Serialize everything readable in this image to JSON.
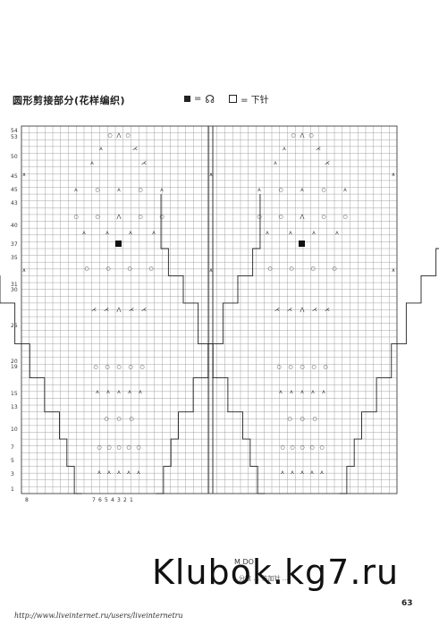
{
  "title": "圆形剪接部分(花样编织)",
  "legend": {
    "filled_label": "=",
    "filled_symbol": "☊",
    "empty_label": "= 下针"
  },
  "chart": {
    "row_labels": [
      "54",
      "53",
      "50",
      "45",
      "45",
      "43",
      "40",
      "37",
      "35",
      "31",
      "30",
      "25",
      "20",
      "19",
      "15",
      "13",
      "10",
      "7",
      "5",
      "3",
      "1"
    ],
    "column_labels": [
      "8",
      "7",
      "6",
      "5",
      "4",
      "3",
      "2",
      "1"
    ],
    "symbols": {
      "yarn_over": "○",
      "decrease_left": "⋏",
      "decrease_right": "⋌",
      "double_decrease": "⋀",
      "solid_block": "■"
    }
  },
  "note": {
    "heading": "M  DO",
    "text": "…分散 … 作加针 …"
  },
  "watermark": "Klubok.kg7.ru",
  "page_number": "63",
  "footer_url": "http://www.liveinternet.ru/users/liveinternetru"
}
